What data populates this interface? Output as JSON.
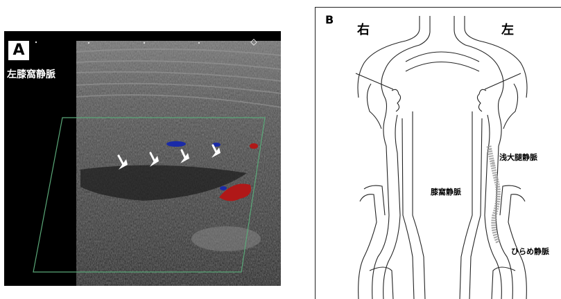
{
  "panel_a": {
    "tag": "A",
    "label": "左膝窩静脈"
  },
  "panel_b": {
    "tag": "B",
    "side_right": "右",
    "side_left": "左",
    "labels": {
      "gsv": "浅大腿静脈",
      "popliteal": "膝窩静脈",
      "soleal": "ひらめ静脈"
    }
  }
}
